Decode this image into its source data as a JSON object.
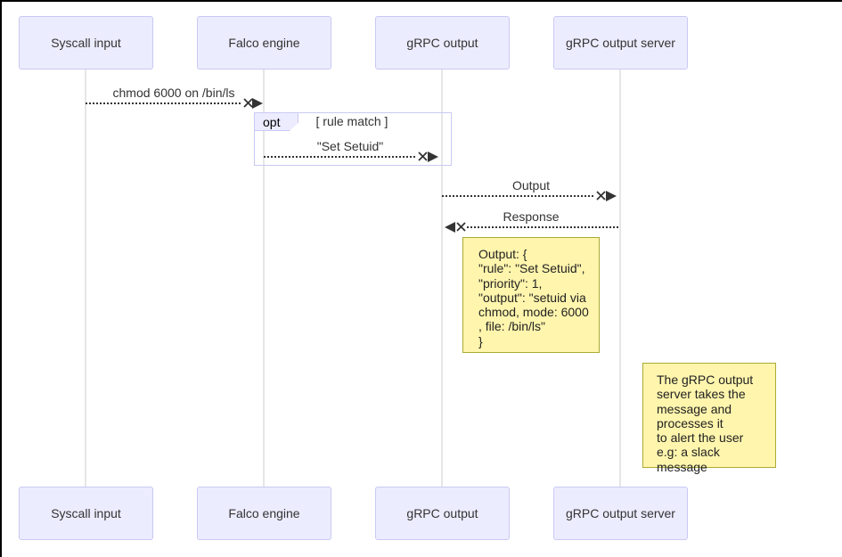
{
  "theme": {
    "actor_fill": "#ECECFF",
    "actor_border": "#C9C9F4",
    "frame_border": "#C9C9F4",
    "lifeline_color": "#CCCCCC",
    "message_color": "#333333",
    "note_fill": "#FFF5AD",
    "note_border": "#AAAA33",
    "canvas_border": "#000000"
  },
  "diagram": {
    "type": "sequence",
    "actors": [
      {
        "id": "syscall-input",
        "label": "Syscall input"
      },
      {
        "id": "falco-engine",
        "label": "Falco engine"
      },
      {
        "id": "grpc-output",
        "label": "gRPC output"
      },
      {
        "id": "grpc-output-server",
        "label": "gRPC output server"
      }
    ],
    "messages": [
      {
        "label": "chmod 6000 on /bin/ls",
        "from": "Syscall input",
        "to": "Falco engine",
        "style": "dotted-cross"
      },
      {
        "label": "\"Set Setuid\"",
        "from": "Falco engine",
        "to": "gRPC output",
        "style": "dotted-cross"
      },
      {
        "label": "Output",
        "from": "gRPC output",
        "to": "gRPC output server",
        "style": "dotted-cross"
      },
      {
        "label": "Response",
        "from": "gRPC output server",
        "to": "gRPC output",
        "style": "dotted-cross"
      }
    ],
    "fragment": {
      "keyword": "opt",
      "condition": "[ rule match ]"
    },
    "notes": [
      {
        "id": "output-json-note",
        "text": "Output: {\n\"rule\": \"Set Setuid\",\n\"priority\": 1,\n\"output\": \"setuid via\nchmod, mode: 6000\n, file: /bin/ls\"\n}"
      },
      {
        "id": "server-note",
        "text": "The gRPC output\nserver takes the\nmessage and\nprocesses it\nto alert the user\ne.g: a slack message"
      }
    ]
  }
}
